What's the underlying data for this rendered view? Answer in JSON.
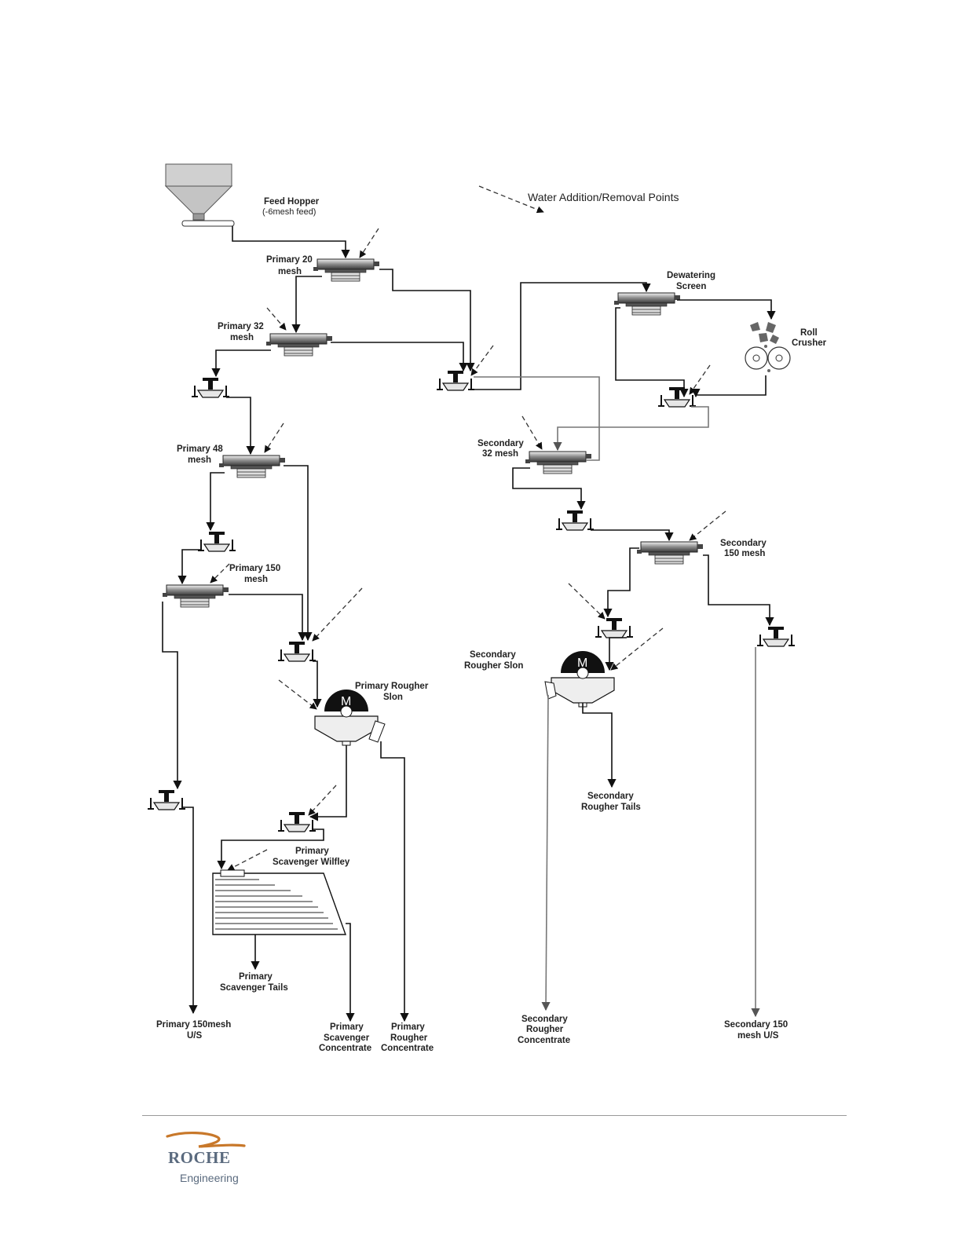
{
  "diagram": {
    "legend": "Water Addition/Removal Points",
    "labels": {
      "feed_hopper": "Feed Hopper",
      "feed_hopper_sub": "(-6mesh feed)",
      "primary_20_a": "Primary 20",
      "primary_20_b": "mesh",
      "primary_32_a": "Primary 32",
      "primary_32_b": "mesh",
      "primary_48_a": "Primary 48",
      "primary_48_b": "mesh",
      "primary_150_a": "Primary 150",
      "primary_150_b": "mesh",
      "dewatering_a": "Dewatering",
      "dewatering_b": "Screen",
      "roll_a": "Roll",
      "roll_b": "Crusher",
      "sec32_a": "Secondary",
      "sec32_b": "32 mesh",
      "sec150_a": "Secondary",
      "sec150_b": "150 mesh",
      "prim_slon_a": "Primary Rougher",
      "prim_slon_b": "Slon",
      "sec_slon_a": "Secondary",
      "sec_slon_b": "Rougher Slon",
      "scav_wilfley_a": "Primary",
      "scav_wilfley_b": "Scavenger Wilfley",
      "sec_rougher_tails_a": "Secondary",
      "sec_rougher_tails_b": "Rougher Tails",
      "prim_scav_tails_a": "Primary",
      "prim_scav_tails_b": "Scavenger Tails",
      "prim150us_a": "Primary 150mesh",
      "prim150us_b": "U/S",
      "prim_scav_conc_a": "Primary",
      "prim_scav_conc_b": "Scavenger",
      "prim_scav_conc_c": "Concentrate",
      "prim_rough_conc_a": "Primary",
      "prim_rough_conc_b": "Rougher",
      "prim_rough_conc_c": "Concentrate",
      "sec_rough_conc_a": "Secondary",
      "sec_rough_conc_b": "Rougher",
      "sec_rough_conc_c": "Concentrate",
      "sec150us_a": "Secondary 150",
      "sec150us_b": "mesh U/S",
      "slon_letter": "M"
    }
  },
  "footer": {
    "logo_name": "ROCHE",
    "logo_sub": "Engineering",
    "logo_swoosh_color": "#c8782a",
    "logo_text_color": "#5a6a7e"
  }
}
